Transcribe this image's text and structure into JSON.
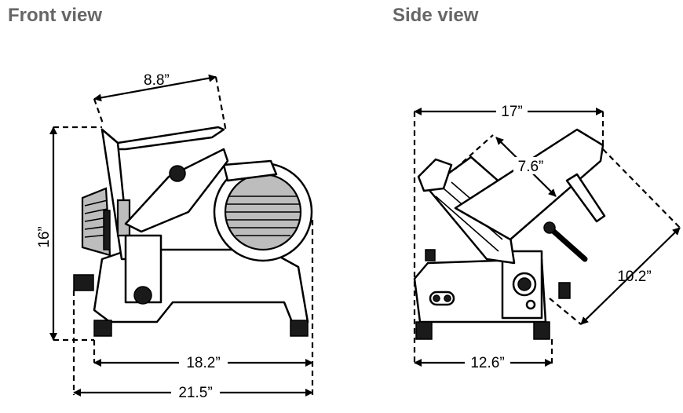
{
  "views": {
    "front": {
      "title": "Front view",
      "dims": {
        "top_width": "8.8”",
        "height": "16”",
        "base_width": "18.2”",
        "total_width": "21.5”"
      }
    },
    "side": {
      "title": "Side view",
      "dims": {
        "top_width": "17”",
        "carriage": "7.6”",
        "diagonal": "10.2”",
        "base_width": "12.6”"
      }
    }
  },
  "colors": {
    "title": "#666666",
    "lines": "#000000",
    "metal_grey": "#bdbdbd"
  }
}
